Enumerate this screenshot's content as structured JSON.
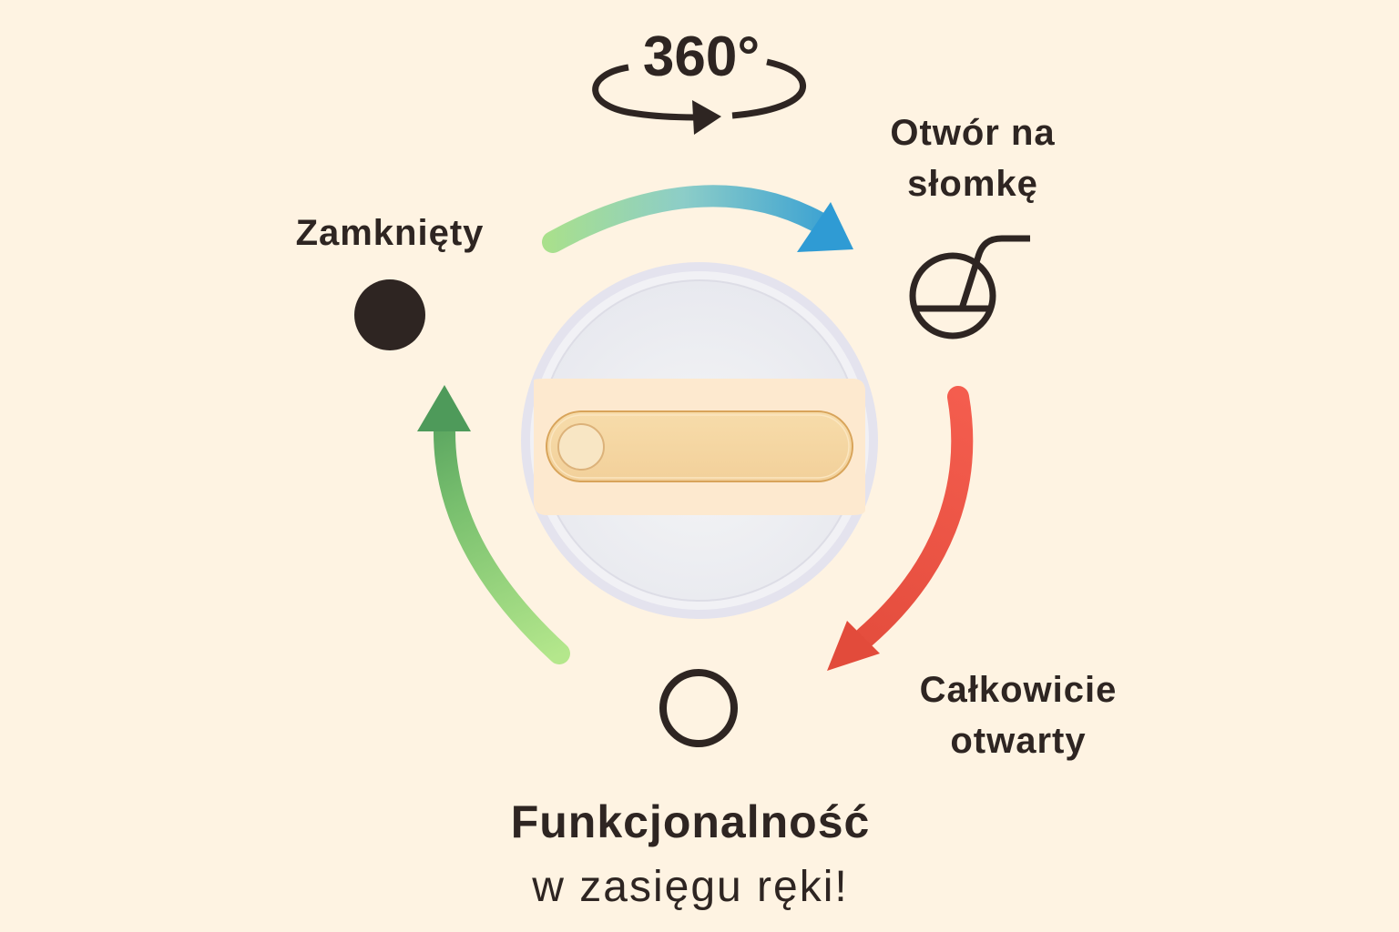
{
  "rotation": {
    "label": "360°",
    "icon": "rotate-360-icon"
  },
  "states": [
    {
      "id": "closed",
      "label": "Zamknięty",
      "icon": "filled-circle-icon"
    },
    {
      "id": "straw",
      "label_line1": "Otwór na",
      "label_line2": "słomkę",
      "icon": "straw-cup-icon"
    },
    {
      "id": "open",
      "label_line1": "Całkowicie",
      "label_line2": "otwarty",
      "icon": "open-circle-icon"
    }
  ],
  "arrows": [
    {
      "name": "closed-to-straw-arrow",
      "from_color": "#a8e08a",
      "to_color": "#2f9bd4"
    },
    {
      "name": "straw-to-open-arrow",
      "from_color": "#f0584a",
      "to_color": "#e04a3a"
    },
    {
      "name": "open-to-closed-arrow",
      "from_color": "#b2e68a",
      "to_color": "#4e9a5a"
    }
  ],
  "product": {
    "name": "lid-top-view",
    "rim_color": "#e6e4ee",
    "surface_color": "#eef0f2",
    "band_color": "#fde8cc",
    "slider_color": "#f4d7a2",
    "slider_edge_color": "#d8a45a"
  },
  "headline": {
    "title": "Funkcjonalność",
    "subtitle": "w zasięgu ręki!"
  },
  "colors": {
    "background": "#fef3e2",
    "text": "#2e2522"
  }
}
